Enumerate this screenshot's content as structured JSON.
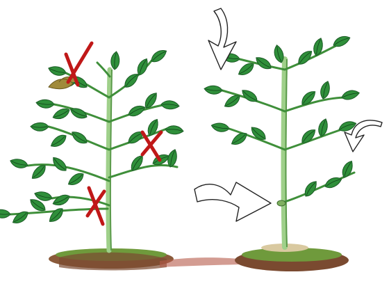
{
  "colors": {
    "background": "#ffffff",
    "soil_brown": "#8a5a3a",
    "soil_reddish": "#b65a4a",
    "grass_green": "#6f9a3c",
    "stem_green": "#9fd08a",
    "leaf_dark": "#1f6a2c",
    "leaf_mid": "#2f8f3a",
    "leaf_light": "#5fb04a",
    "x_mark_red": "#c01818",
    "wilted_leaf": "#a08a3a",
    "arrow_outline": "#222222",
    "arrow_fill": "#ffffff"
  },
  "scene": {
    "left_plant_marks": [
      "cross-mark-top",
      "cross-mark-middle",
      "cross-mark-bottom"
    ],
    "right_plant_arrows": [
      "curved-arrow-top",
      "curved-arrow-right",
      "curved-arrow-bottom-left"
    ]
  }
}
